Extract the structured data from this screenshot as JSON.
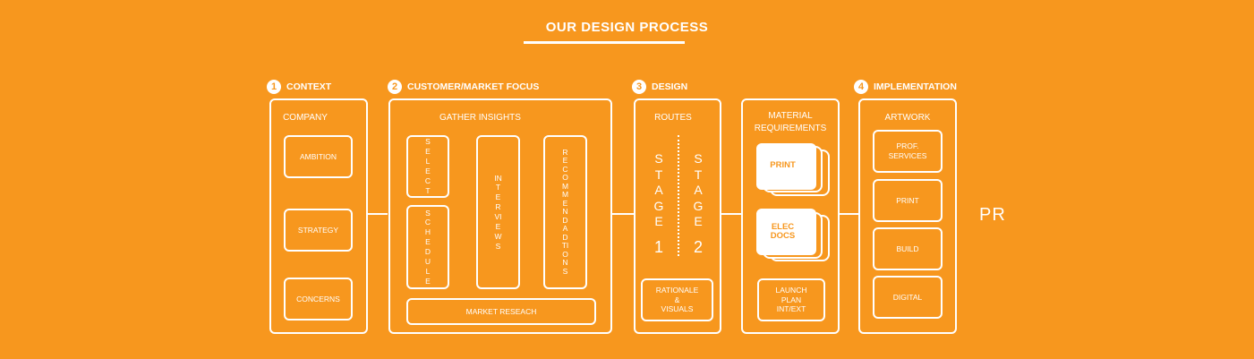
{
  "title": "OUR DESIGN PROCESS",
  "steps": [
    {
      "num": "1",
      "label": "CONTEXT"
    },
    {
      "num": "2",
      "label": "CUSTOMER/MARKET FOCUS"
    },
    {
      "num": "3",
      "label": "DESIGN"
    },
    {
      "num": "4",
      "label": "IMPLEMENTATION"
    }
  ],
  "context": {
    "header": "COMPANY",
    "items": [
      "AMBITION",
      "STRATEGY",
      "CONCERNS"
    ]
  },
  "customer": {
    "header": "GATHER INSIGHTS",
    "select": "SELECT",
    "schedule": "SCHEDULE",
    "interviews": "INTERVIEWS",
    "recommendations": "RECOMMENDADTIONS",
    "market_research": "MARKET RESEACH"
  },
  "design": {
    "header": "ROUTES",
    "stage1_word": "STAGE",
    "stage1_num": "1",
    "stage2_word": "STAGE",
    "stage2_num": "2",
    "rationale_line1": "RATIONALE",
    "rationale_line2": "&",
    "rationale_line3": "VISUALS"
  },
  "material": {
    "header_line1": "MATERIAL",
    "header_line2": "REQUIREMENTS",
    "print_label": "PRINT",
    "elec_line1": "ELEC",
    "elec_line2": "DOCS",
    "launch_line1": "LAUNCH",
    "launch_line2": "PLAN",
    "launch_line3": "INT/EXT"
  },
  "implementation": {
    "header": "ARTWORK",
    "prof_line1": "PROF.",
    "prof_line2": "SERVICES",
    "items": [
      "PRINT",
      "BUILD",
      "DIGITAL"
    ]
  },
  "end_label": "PR",
  "colors": {
    "background": "#f7971e",
    "foreground": "#ffffff"
  }
}
